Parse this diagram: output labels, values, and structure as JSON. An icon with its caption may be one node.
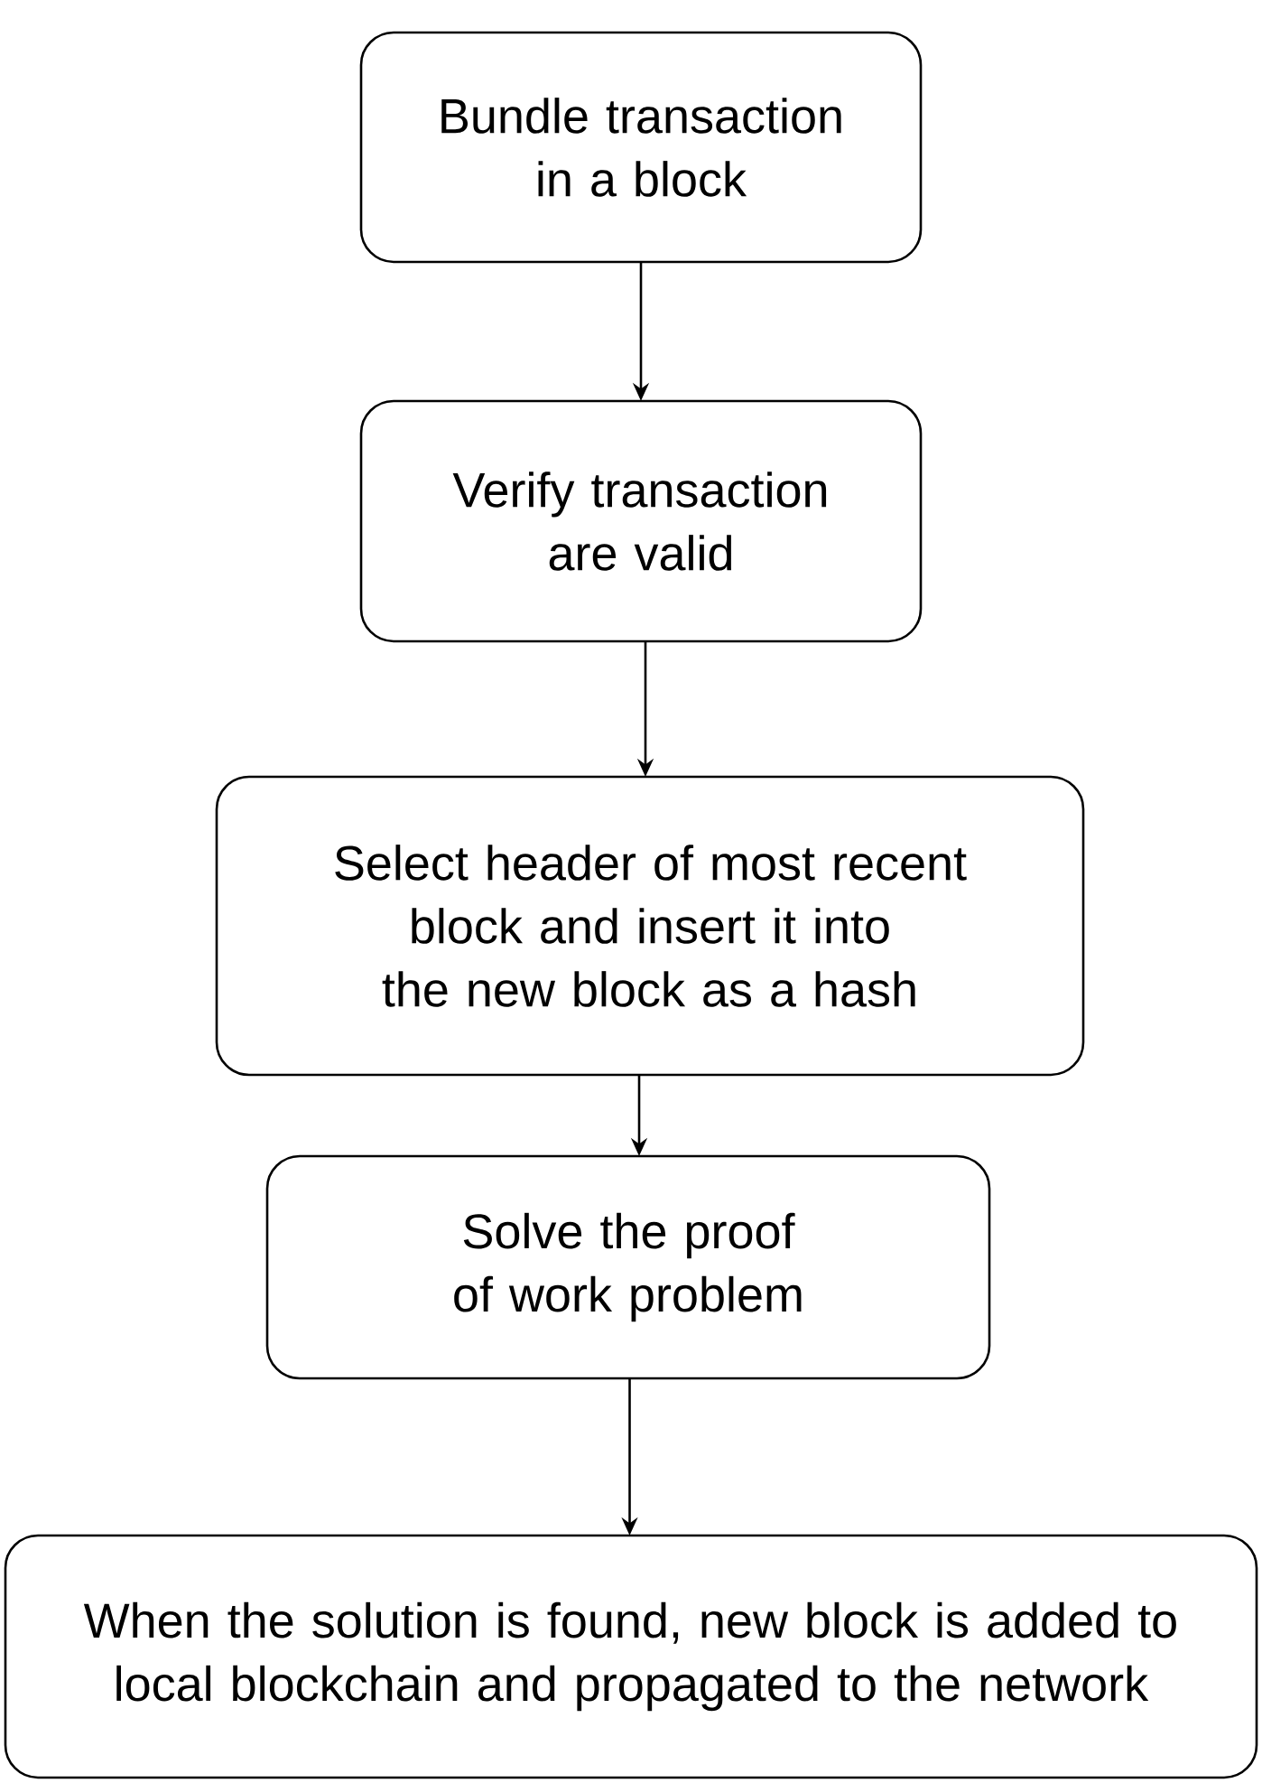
{
  "diagram": {
    "nodes": [
      {
        "text": [
          "Bundle transaction in a block"
        ]
      },
      {
        "text": [
          "Verify transaction are valid"
        ]
      },
      {
        "text": [
          "Select header of most recent block and insert it into the new block as a hash"
        ]
      },
      {
        "text": [
          "Solve the proof of work problem"
        ]
      },
      {
        "text": [
          "When the solution is found, new block is added to local blockchain and propagated to the network"
        ]
      }
    ],
    "edges": [
      {
        "from": 0,
        "to": 1,
        "arrow": "to"
      },
      {
        "from": 1,
        "to": 2,
        "arrow": "to"
      },
      {
        "from": 2,
        "to": 3,
        "arrow": "to"
      },
      {
        "from": 3,
        "to": 4,
        "arrow": "to"
      }
    ]
  }
}
